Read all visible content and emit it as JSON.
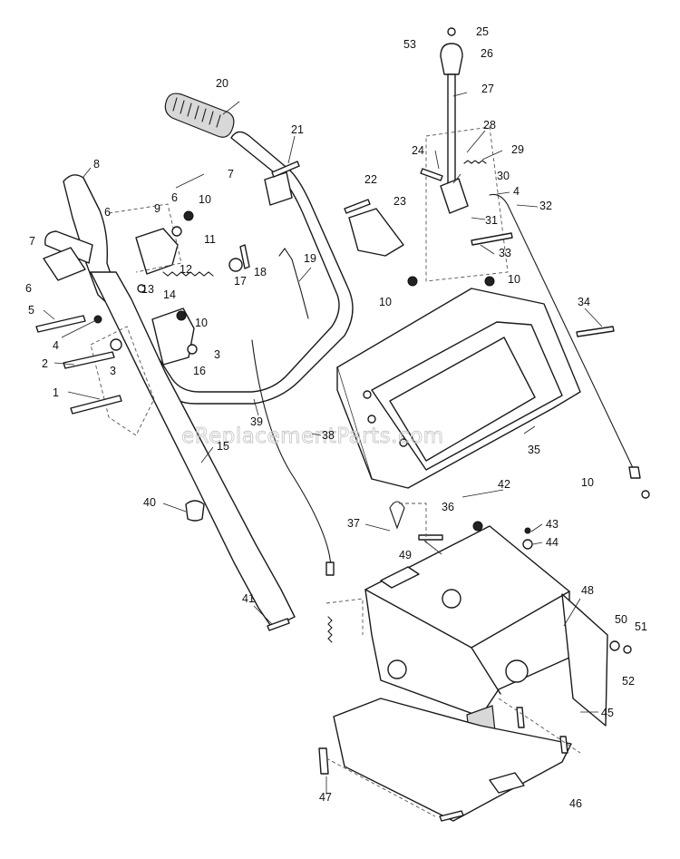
{
  "watermark": "eReplacementParts.com",
  "callouts": {
    "c1": "1",
    "c2": "2",
    "c3a": "3",
    "c3b": "3",
    "c4a": "4",
    "c4b": "4",
    "c5": "5",
    "c6a": "6",
    "c6b": "6",
    "c6c": "6",
    "c7a": "7",
    "c7b": "7",
    "c8": "8",
    "c9": "9",
    "c10a": "10",
    "c10b": "10",
    "c10c": "10",
    "c10d": "10",
    "c10e": "10",
    "c11": "11",
    "c12": "12",
    "c13": "13",
    "c14": "14",
    "c15": "15",
    "c16": "16",
    "c17": "17",
    "c18": "18",
    "c19": "19",
    "c20": "20",
    "c21": "21",
    "c22": "22",
    "c23": "23",
    "c24": "24",
    "c25": "25",
    "c26": "26",
    "c27": "27",
    "c28": "28",
    "c29": "29",
    "c30": "30",
    "c31": "31",
    "c32": "32",
    "c33": "33",
    "c34": "34",
    "c35": "35",
    "c36": "36",
    "c37": "37",
    "c38": "38",
    "c39": "39",
    "c40": "40",
    "c41": "41",
    "c42": "42",
    "c43": "43",
    "c44": "44",
    "c45": "45",
    "c46": "46",
    "c47": "47",
    "c48": "48",
    "c49": "49",
    "c50": "50",
    "c51": "51",
    "c52": "52",
    "c53": "53"
  }
}
